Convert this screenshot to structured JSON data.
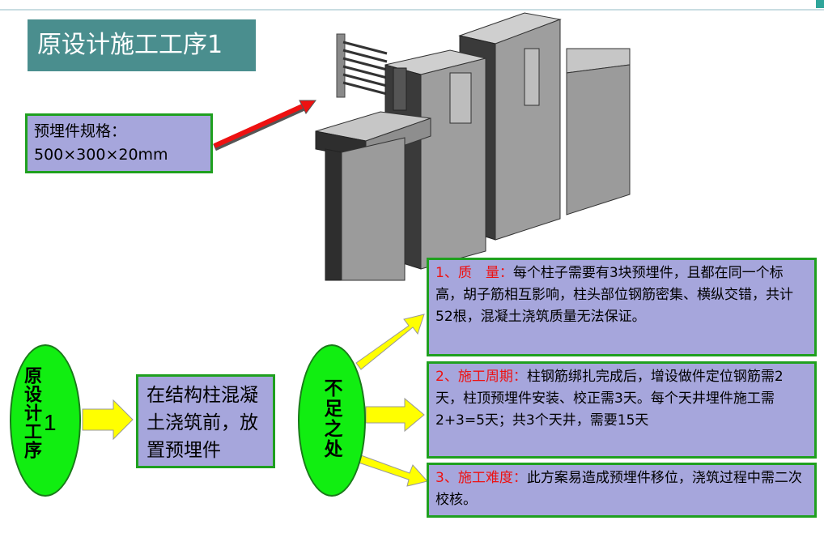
{
  "title": "原设计施工工序1",
  "spec": {
    "line1": "预埋件规格：",
    "line2": "500×300×20mm"
  },
  "ellipse_left": {
    "text": "原设计工序",
    "num": "1"
  },
  "step_box": "在结构柱混凝土浇筑前，放置预埋件",
  "ellipse_right": "不足之处",
  "issues": [
    {
      "label": "1、质　量：",
      "text": "每个柱子需要有3块预埋件，且都在同一个标高，胡子筋相互影响，柱头部位钢筋密集、横纵交错，共计52根，混凝土浇筑质量无法保证。"
    },
    {
      "label": "2、施工周期：",
      "text": "柱钢筋绑扎完成后，增设做件定位钢筋需2天，柱顶预埋件安装、校正需3天。每个天井埋件施工需2+3=5天；共3个天井，需要15天"
    },
    {
      "label": "3、施工难度：",
      "text": "此方案易造成预埋件移位，浇筑过程中需二次校核。"
    }
  ],
  "colors": {
    "title_bg": "#4a8e8e",
    "box_bg": "#a6a6dc",
    "box_border": "#1fa01f",
    "ellipse": "#11ee11",
    "arrow": "#ffff00",
    "label_red": "#ee1111",
    "pointer": "#ee1111"
  }
}
